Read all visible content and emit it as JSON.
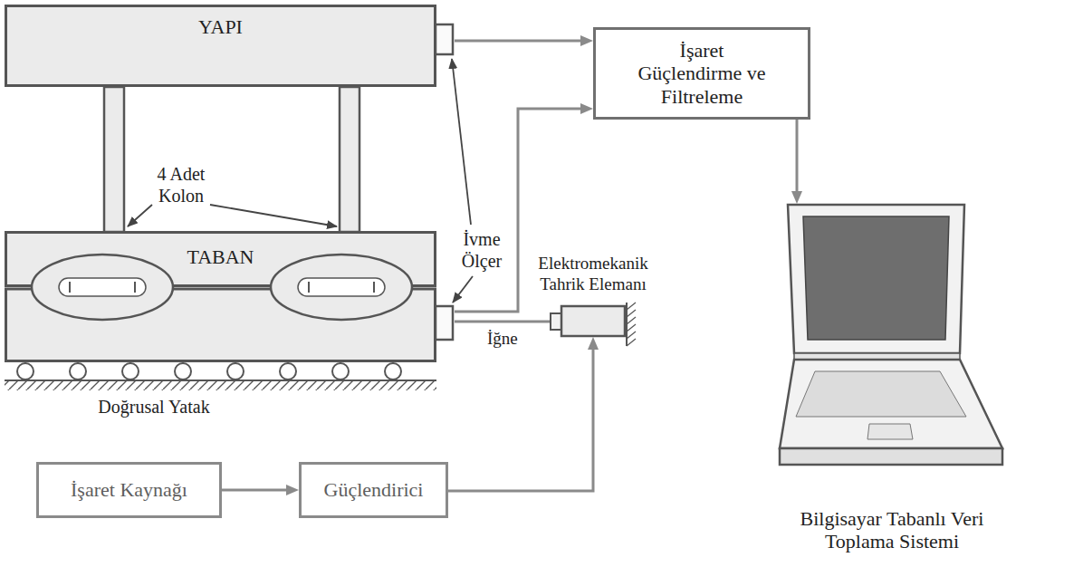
{
  "diagram": {
    "nodes": [
      {
        "text": [
          "YAPI"
        ]
      },
      {
        "text": [
          "TABAN"
        ]
      },
      {
        "text": [
          "İşaret Güçlendirme ve Filtreleme"
        ]
      },
      {
        "text": [
          "Bilgisayar Tabanlı Veri Toplama Sistemi"
        ]
      },
      {
        "text": [
          "Elektromekanik Tahrik Elemanı"
        ]
      },
      {
        "text": [
          "İşaret Kaynağı"
        ]
      },
      {
        "text": [
          "Güçlendirici"
        ]
      }
    ],
    "edges": [
      {
        "from": 0,
        "to": 2,
        "arrow": "to"
      },
      {
        "from": 1,
        "to": 2,
        "arrow": "to"
      },
      {
        "from": 2,
        "to": 3,
        "arrow": "to"
      },
      {
        "from": 4,
        "to": 1,
        "arrow": "none",
        "label": "İğne"
      },
      {
        "from": 5,
        "to": 6,
        "arrow": "to"
      },
      {
        "from": 6,
        "to": 4,
        "arrow": "to"
      }
    ],
    "labels": [
      "4 Adet Kolon",
      "İvme Ölçer",
      "Doğrusal Yatak"
    ]
  }
}
